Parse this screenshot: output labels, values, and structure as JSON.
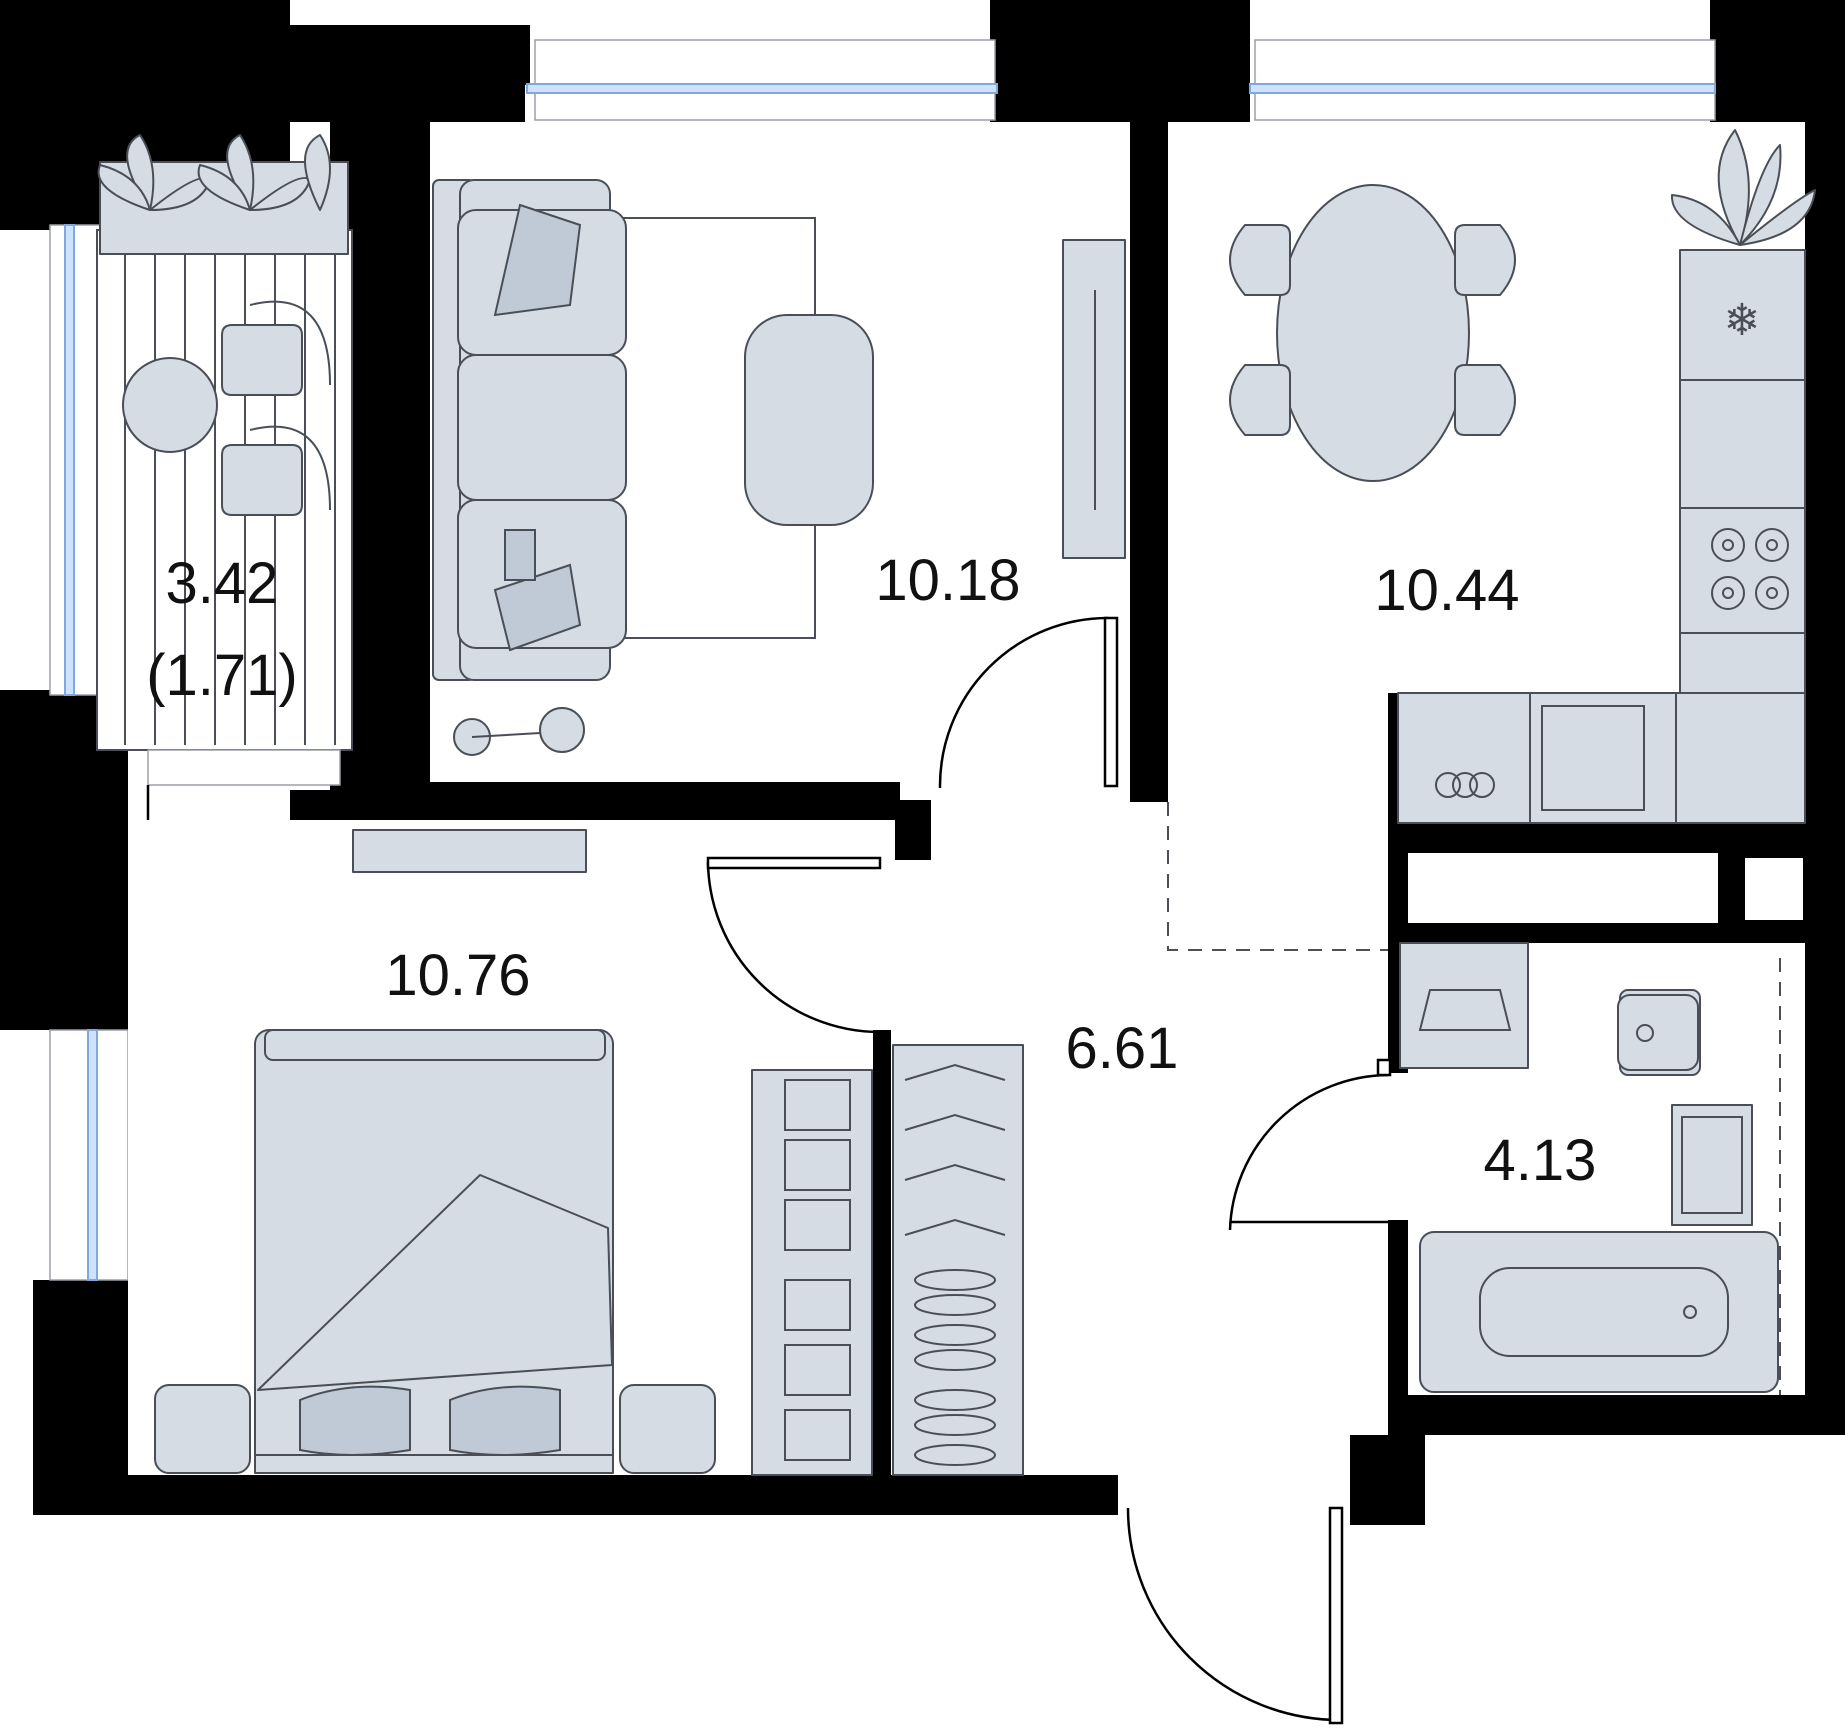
{
  "rooms": {
    "balcony": {
      "area": "3.42",
      "area_coef": "(1.71)"
    },
    "living_room": {
      "area": "10.18"
    },
    "kitchen": {
      "area": "10.44"
    },
    "bedroom": {
      "area": "10.76"
    },
    "hallway": {
      "area": "6.61"
    },
    "bathroom": {
      "area": "4.13"
    }
  },
  "colors": {
    "wall": "#000000",
    "furniture_fill": "#d5dce4",
    "furniture_stroke": "#4a4f57",
    "window_glass": "#cfe2fb",
    "background": "#ffffff"
  },
  "icons": [
    "snowflake-icon",
    "plant-icon"
  ]
}
